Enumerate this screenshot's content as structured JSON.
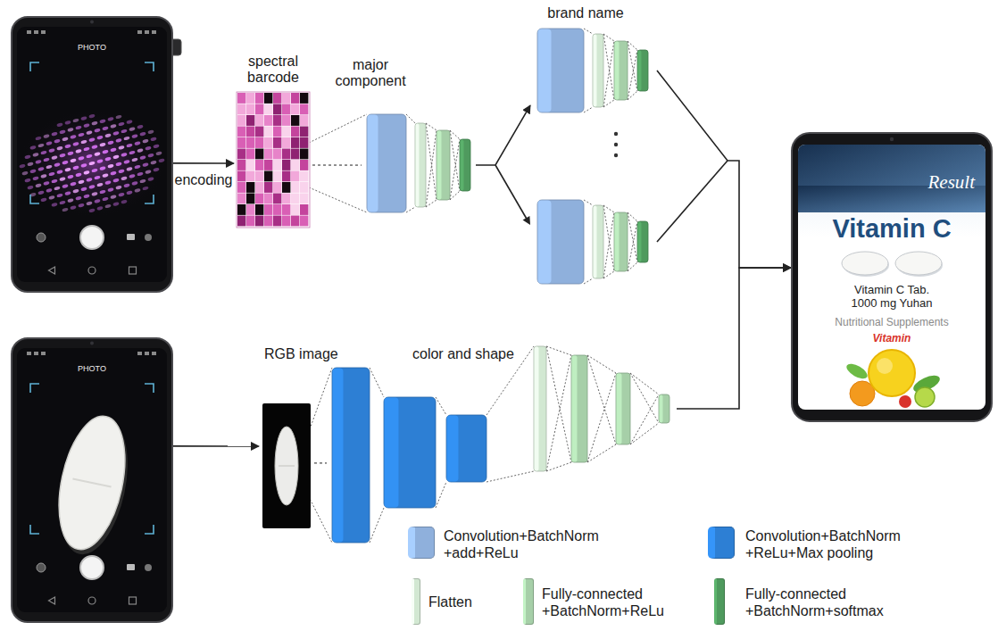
{
  "diagram": {
    "nodes": [
      {
        "text": [
          "PHOTO"
        ]
      },
      {
        "text": [
          "spectral barcode"
        ]
      },
      {
        "text": [
          "major component"
        ]
      },
      {
        "text": [
          "brand name"
        ]
      },
      {
        "text": [
          "Result",
          "Vitamin C",
          "Vitamin C Tab. 1000 mg Yuhan",
          "Nutritional Supplements",
          "Vitamin"
        ]
      },
      {
        "text": [
          "PHOTO"
        ]
      },
      {
        "text": [
          "RGB image"
        ]
      },
      {
        "text": [
          "color and shape"
        ]
      }
    ],
    "edges": [
      {
        "from": 0,
        "to": 1,
        "label": "encoding",
        "arrow": "to"
      },
      {
        "from": 1,
        "to": 2,
        "arrow": "none"
      },
      {
        "from": 2,
        "to": 3,
        "arrow": "to"
      },
      {
        "from": 3,
        "to": 4,
        "arrow": "to"
      },
      {
        "from": 5,
        "to": 6,
        "arrow": "to"
      },
      {
        "from": 6,
        "to": 7,
        "arrow": "none"
      },
      {
        "from": 7,
        "to": 4,
        "arrow": "to"
      }
    ],
    "legend": [
      {
        "text": "Convolution+BatchNorm +add+ReLu",
        "color": "#8fb0dc"
      },
      {
        "text": "Convolution+BatchNorm +ReLu+Max pooling",
        "color": "#2d7fd4"
      },
      {
        "text": "Flatten",
        "color": "#d2e8d2"
      },
      {
        "text": "Fully-connected +BatchNorm+ReLu",
        "color": "#a6cfa8"
      },
      {
        "text": "Fully-connected +BatchNorm+softmax",
        "color": "#4f9a5e"
      }
    ]
  }
}
